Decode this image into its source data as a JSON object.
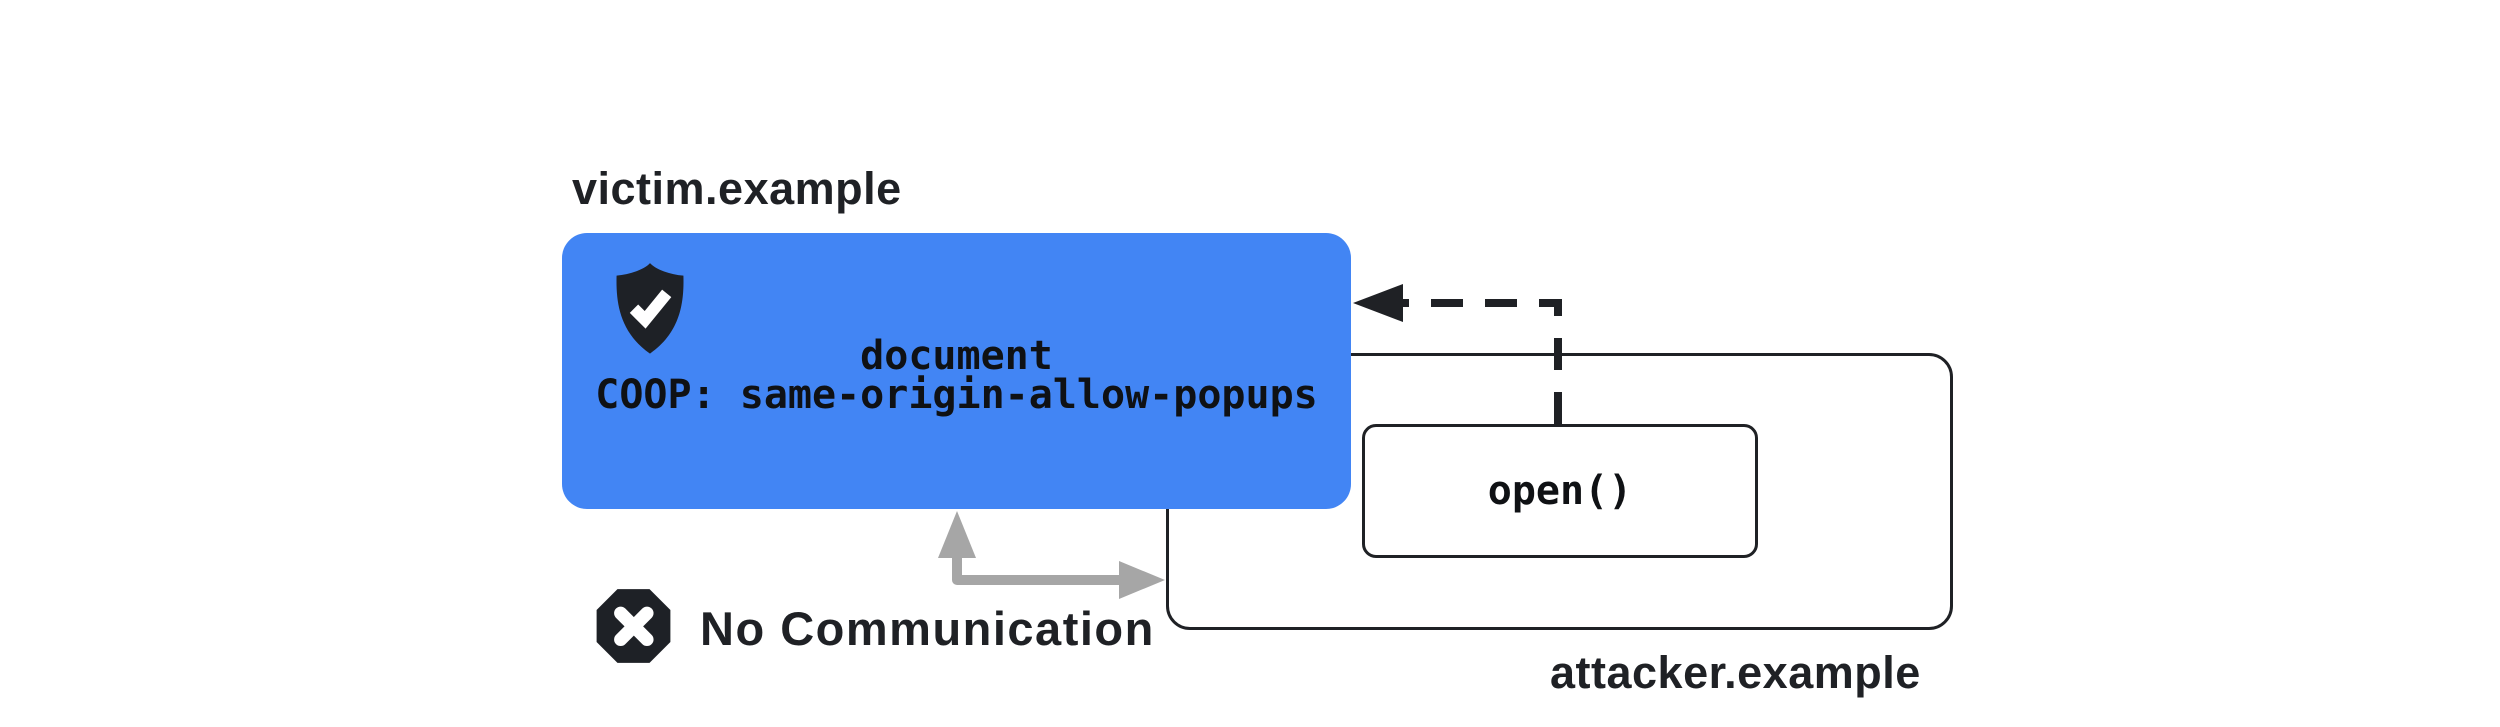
{
  "diagram": {
    "title_semantics": "COOP same-origin-allow-popups blocks communication between victim document and attacker popup opener",
    "victim": {
      "domain_label": "victim.example",
      "box": {
        "line1": "document",
        "line2": "COOP: same-origin-allow-popups",
        "icon": "shield-check-icon"
      }
    },
    "attacker": {
      "domain_label": "attacker.example",
      "open_call_label": "open()"
    },
    "relationship": {
      "no_communication_label": "No Communication",
      "blocked_icon": "x-octagon-icon",
      "open_arrow_style": "dashed"
    },
    "colors": {
      "victim_box_blue": "#4285f4",
      "ink_dark": "#1f2125",
      "text_on_blue": "#0f1114",
      "arrow_gray": "#a6a6a6",
      "background": "#ffffff"
    }
  }
}
